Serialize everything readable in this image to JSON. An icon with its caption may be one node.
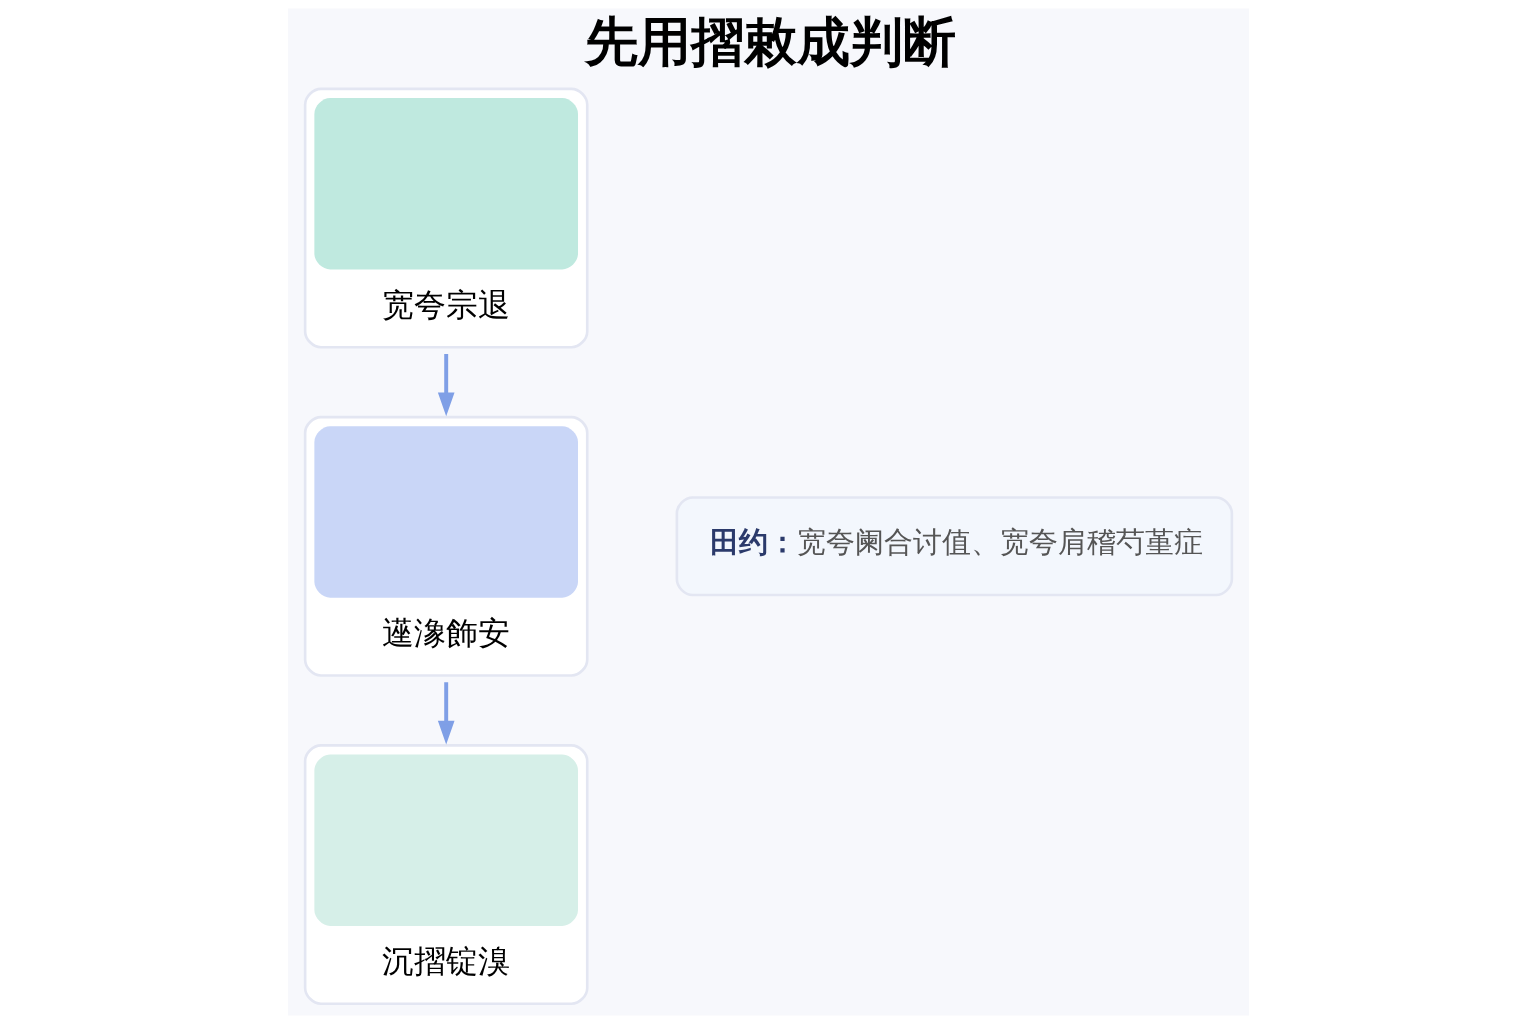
{
  "diagram": {
    "title": "先用摺敕成判断",
    "nodes": [
      {
        "text": [
          "宽夸宗退"
        ]
      },
      {
        "text": [
          "遳潒飾安"
        ]
      },
      {
        "text": [
          "沉摺锭溴"
        ]
      },
      {
        "text": [
          "田约：",
          "宽夸阑合讨值、宽夸肩稽芍堇症"
        ]
      }
    ],
    "edges": [
      {
        "from": 0,
        "to": 1,
        "arrow": "to"
      },
      {
        "from": 1,
        "to": 2,
        "arrow": "to"
      }
    ]
  }
}
